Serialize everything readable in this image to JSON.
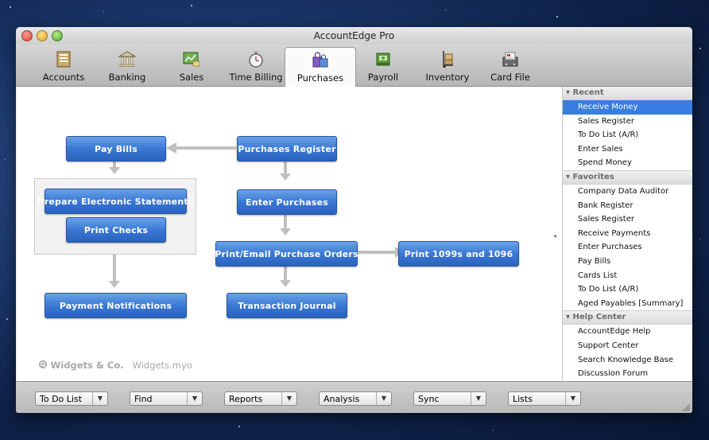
{
  "window": {
    "title": "AccountEdge Pro"
  },
  "colors": {
    "accent": "#3a7de0",
    "button_blue": "#3a78d4",
    "arrow_gray": "#c0c0c0"
  },
  "tabs": [
    {
      "label": "Accounts",
      "icon": "ledger-icon"
    },
    {
      "label": "Banking",
      "icon": "bank-icon"
    },
    {
      "label": "Sales",
      "icon": "sales-icon"
    },
    {
      "label": "Time Billing",
      "icon": "stopwatch-icon"
    },
    {
      "label": "Purchases",
      "icon": "shopping-bags-icon",
      "active": true
    },
    {
      "label": "Payroll",
      "icon": "payroll-icon"
    },
    {
      "label": "Inventory",
      "icon": "hand-truck-icon"
    },
    {
      "label": "Card File",
      "icon": "card-file-icon"
    }
  ],
  "flow": {
    "pay_bills": "Pay Bills",
    "purchases_register": "Purchases Register",
    "prepare_electronic_statements": "Prepare Electronic Statements",
    "print_checks": "Print Checks",
    "enter_purchases": "Enter Purchases",
    "print_email_purchase_orders": "Print/Email Purchase Orders",
    "print_1099s": "Print 1099s and 1096",
    "payment_notifications": "Payment Notifications",
    "transaction_journal": "Transaction Journal"
  },
  "company": {
    "name": "Widgets & Co.",
    "file": "Widgets.myo"
  },
  "sidebar": {
    "recent": {
      "heading": "Recent",
      "items": [
        "Receive Money",
        "Sales Register",
        "To Do List (A/R)",
        "Enter Sales",
        "Spend Money"
      ]
    },
    "favorites": {
      "heading": "Favorites",
      "items": [
        "Company Data Auditor",
        "Bank Register",
        "Sales Register",
        "Receive Payments",
        "Enter Purchases",
        "Pay Bills",
        "Cards List",
        "To Do List (A/R)",
        "Aged Payables [Summary]"
      ]
    },
    "help": {
      "heading": "Help Center",
      "items": [
        "AccountEdge Help",
        "Support Center",
        "Search Knowledge Base",
        "Discussion Forum"
      ]
    }
  },
  "bottombar": {
    "todo": "To Do List",
    "find": "Find",
    "reports": "Reports",
    "analysis": "Analysis",
    "sync": "Sync",
    "lists": "Lists"
  }
}
